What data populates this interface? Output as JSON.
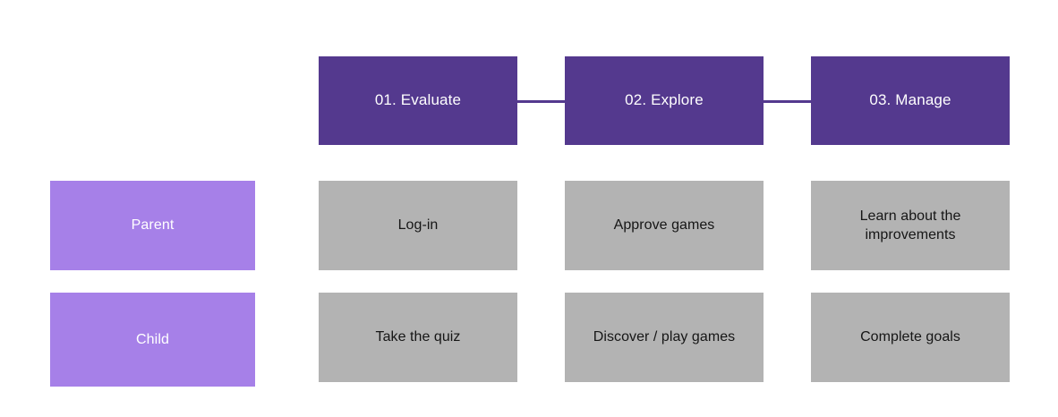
{
  "diagram": {
    "type": "journey-map",
    "background_color": "#ffffff",
    "colors": {
      "phase_fill": "#54398e",
      "phase_text": "#ffffff",
      "persona_fill": "#a680e8",
      "persona_text": "#ffffff",
      "cell_fill": "#b3b3b3",
      "cell_text": "#161616",
      "connector": "#54398e"
    },
    "phases": [
      {
        "id": "phase-1",
        "label": "01. Evaluate"
      },
      {
        "id": "phase-2",
        "label": "02. Explore"
      },
      {
        "id": "phase-3",
        "label": "03. Manage"
      }
    ],
    "connectors": [
      {
        "id": "connector-1-2",
        "from": "phase-1",
        "to": "phase-2"
      },
      {
        "id": "connector-2-3",
        "from": "phase-2",
        "to": "phase-3"
      }
    ],
    "personas": [
      {
        "id": "persona-parent",
        "label": "Parent"
      },
      {
        "id": "persona-child",
        "label": "Child"
      }
    ],
    "rows": [
      {
        "persona": "Parent",
        "cells": [
          {
            "id": "cell-parent-evaluate",
            "label": "Log-in"
          },
          {
            "id": "cell-parent-explore",
            "label": "Approve games"
          },
          {
            "id": "cell-parent-manage",
            "label": "Learn about the improvements"
          }
        ]
      },
      {
        "persona": "Child",
        "cells": [
          {
            "id": "cell-child-evaluate",
            "label": "Take the quiz"
          },
          {
            "id": "cell-child-explore",
            "label": "Discover / play games"
          },
          {
            "id": "cell-child-manage",
            "label": "Complete goals"
          }
        ]
      }
    ]
  }
}
